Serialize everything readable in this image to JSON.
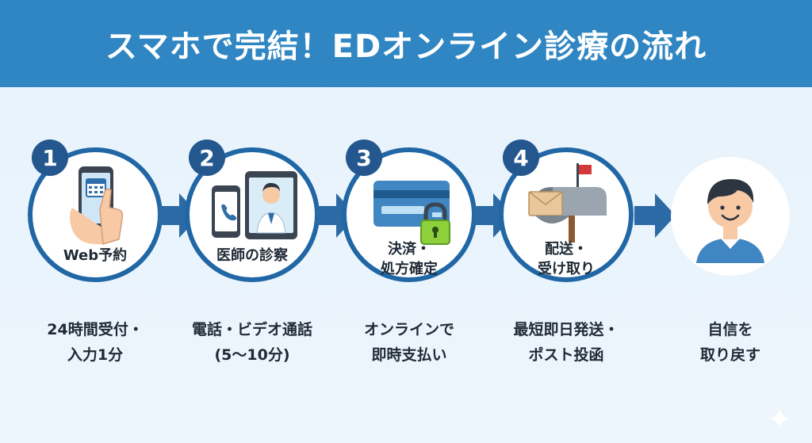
{
  "header": {
    "title": "スマホで完結！EDオンライン診療の流れ"
  },
  "colors": {
    "header_bg": "#2f86c3",
    "circle_border": "#2167a5",
    "badge": "#23578e",
    "arrow": "#2c6aa5"
  },
  "steps": [
    {
      "number": "1",
      "label_lines": [
        "Web予約"
      ],
      "desc_lines": [
        "24時間受付・",
        "入力1分"
      ],
      "icon": "smartphone-calendar-icon"
    },
    {
      "number": "2",
      "label_lines": [
        "医師の診察"
      ],
      "desc_lines": [
        "電話・ビデオ通話",
        "(5〜10分)"
      ],
      "icon": "phone-tablet-doctor-icon"
    },
    {
      "number": "3",
      "label_lines": [
        "決済・",
        "処方確定"
      ],
      "desc_lines": [
        "オンラインで",
        "即時支払い"
      ],
      "icon": "credit-card-lock-icon"
    },
    {
      "number": "4",
      "label_lines": [
        "配送・",
        "受け取り"
      ],
      "desc_lines": [
        "最短即日発送・",
        "ポスト投函"
      ],
      "icon": "mailbox-icon"
    }
  ],
  "final": {
    "desc_lines": [
      "自信を",
      "取り戻す"
    ],
    "icon": "happy-person-icon"
  }
}
